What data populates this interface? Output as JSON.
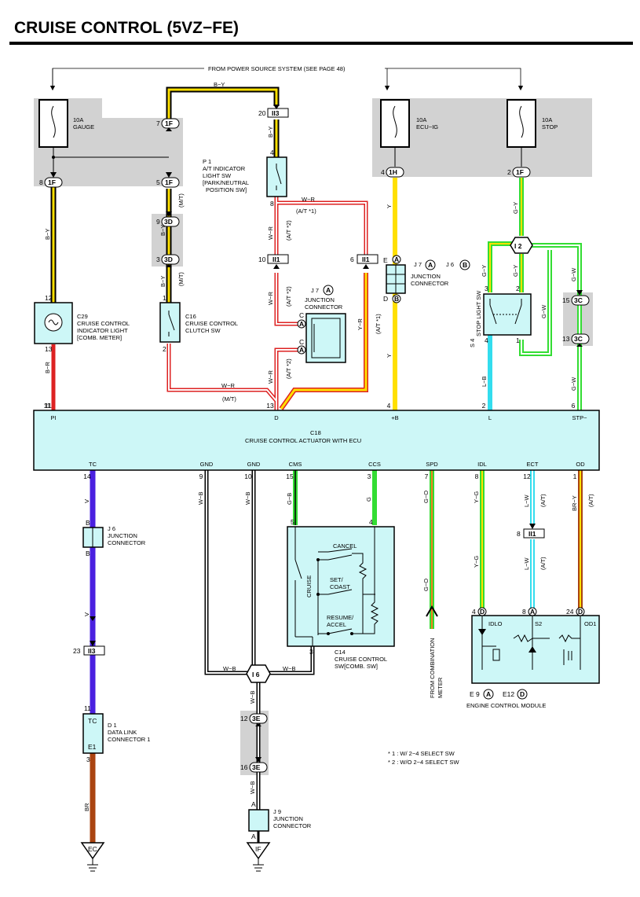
{
  "title": "CRUISE CONTROL (5VZ−FE)",
  "colors": {
    "shade": "#d2d2d2",
    "box_fill": "#cdf7f7",
    "wire_yellow": "#ffe000",
    "wire_green": "#33dd33",
    "wire_red": "#dd2222",
    "wire_blue": "#4a20e0",
    "wire_cyan": "#33ddee",
    "wire_brown": "#aa4411"
  },
  "labels": {
    "power_source": "FROM POWER SOURCE SYSTEM (SEE PAGE 48)",
    "fuse_gauge_amp": "10A",
    "fuse_gauge_name": "GAUGE",
    "fuse_ecu_amp": "10A",
    "fuse_ecu_name": "ECU−IG",
    "fuse_stop_amp": "10A",
    "fuse_stop_name": "STOP",
    "p1_id": "P 1",
    "p1_l1": "A/T INDICATOR",
    "p1_l2": "LIGHT SW",
    "p1_l3": "[PARK/NEUTRAL",
    "p1_l4": "POSITION SW]",
    "c29_id": "C29",
    "c29_l1": "CRUISE CONTROL",
    "c29_l2": "INDICATOR LIGHT",
    "c29_l3": "[COMB.  METER]",
    "c16_id": "C16",
    "c16_l1": "CRUISE CONTROL",
    "c16_l2": "CLUTCH SW",
    "j7_id": "J 7",
    "j7_conn": "A",
    "j7_l1": "JUNCTION",
    "j7_l2": "CONNECTOR",
    "j7b_id": "J 7",
    "j7b_conn": "A",
    "j6b_id": "J 6",
    "j6b_conn": "B",
    "j7b_l1": "JUNCTION",
    "j7b_l2": "CONNECTOR",
    "s4_id": "S 4",
    "s4_name": "STOP LIGHT SW",
    "c18_id": "C18",
    "c18_name": "CRUISE CONTROL ACTUATOR WITH ECU",
    "j6_id": "J 6",
    "j6_l1": "JUNCTION",
    "j6_l2": "CONNECTOR",
    "d1_id": "D 1",
    "d1_l1": "DATA LINK",
    "d1_l2": "CONNECTOR 1",
    "c14_id": "C14",
    "c14_l1": "CRUISE CONTROL",
    "c14_l2": "SW[COMB.  SW]",
    "j9_id": "J 9",
    "j9_l1": "JUNCTION",
    "j9_l2": "CONNECTOR",
    "ecm_c1": "E 9",
    "ecm_c1_conn": "A",
    "ecm_c2": "E12",
    "ecm_c2_conn": "D",
    "ecm_name": "ENGINE CONTROL MODULE",
    "from_meter_1": "FROM COMBINATION",
    "from_meter_2": "METER",
    "note1": "* 1 : W/ 2−4 SELECT SW",
    "note2": "* 2 : W/O 2−4 SELECT SW"
  },
  "c14_switches": {
    "cancel": "CANCEL",
    "set1": "SET/",
    "set2": "COAST",
    "resume1": "RESUME/",
    "resume2": "ACCEL",
    "cruise": "CRUISE"
  },
  "ecm_pins": {
    "idlo": "IDLO",
    "s2": "S2",
    "od1": "OD1"
  },
  "c18_terminals_top": [
    {
      "pin": "11",
      "name": "PI"
    },
    {
      "pin": "13",
      "name": "D"
    },
    {
      "pin": "4",
      "name": "+B"
    },
    {
      "pin": "2",
      "name": "L"
    },
    {
      "pin": "6",
      "name": "STP−"
    }
  ],
  "c18_terminals_bottom": [
    {
      "pin": "14",
      "name": "TC"
    },
    {
      "pin": "9",
      "name": "GND"
    },
    {
      "pin": "10",
      "name": "GND"
    },
    {
      "pin": "15",
      "name": "CMS"
    },
    {
      "pin": "3",
      "name": "CCS"
    },
    {
      "pin": "7",
      "name": "SPD"
    },
    {
      "pin": "8",
      "name": "IDL"
    },
    {
      "pin": "12",
      "name": "ECT"
    },
    {
      "pin": "1",
      "name": "OD"
    }
  ],
  "wire_colors": {
    "by": "B−Y",
    "wr": "W−R",
    "br": "B−R",
    "y": "Y",
    "gy": "G−Y",
    "gw": "G−W",
    "lb": "L−B",
    "yr": "Y−R",
    "v": "V",
    "wb": "W−B",
    "gb": "G−B",
    "g": "G",
    "go": "G−O",
    "yg": "Y−G",
    "lw": "L−W",
    "bry": "BR−Y",
    "brr": "BR"
  },
  "notes": {
    "mt": "(M/T)",
    "at": "(A/T)",
    "at1": "(A/T *1)",
    "at2": "(A/T *2)"
  },
  "connectors": {
    "1F": "1F",
    "3D": "3D",
    "II3": "II3",
    "II1": "II1",
    "1H": "1H",
    "I2": "I 2",
    "3C": "3C",
    "I6": "I 6",
    "3E": "3E",
    "A": "A",
    "B": "B",
    "E": "E",
    "C": "C",
    "D": "D"
  },
  "pins": {
    "n7": "7",
    "n8": "8",
    "n5": "5",
    "n9": "9",
    "n3": "3",
    "n12": "12",
    "n13": "13",
    "n11": "11",
    "n1": "1",
    "n2": "2",
    "n20": "20",
    "n4": "4",
    "n10": "10",
    "n6": "6",
    "n15": "15",
    "n23": "23",
    "n16": "16",
    "n24": "24"
  },
  "grounds": {
    "ec": "EC",
    "if": "IF"
  },
  "link": {
    "tc": "TC",
    "e1": "E1"
  }
}
